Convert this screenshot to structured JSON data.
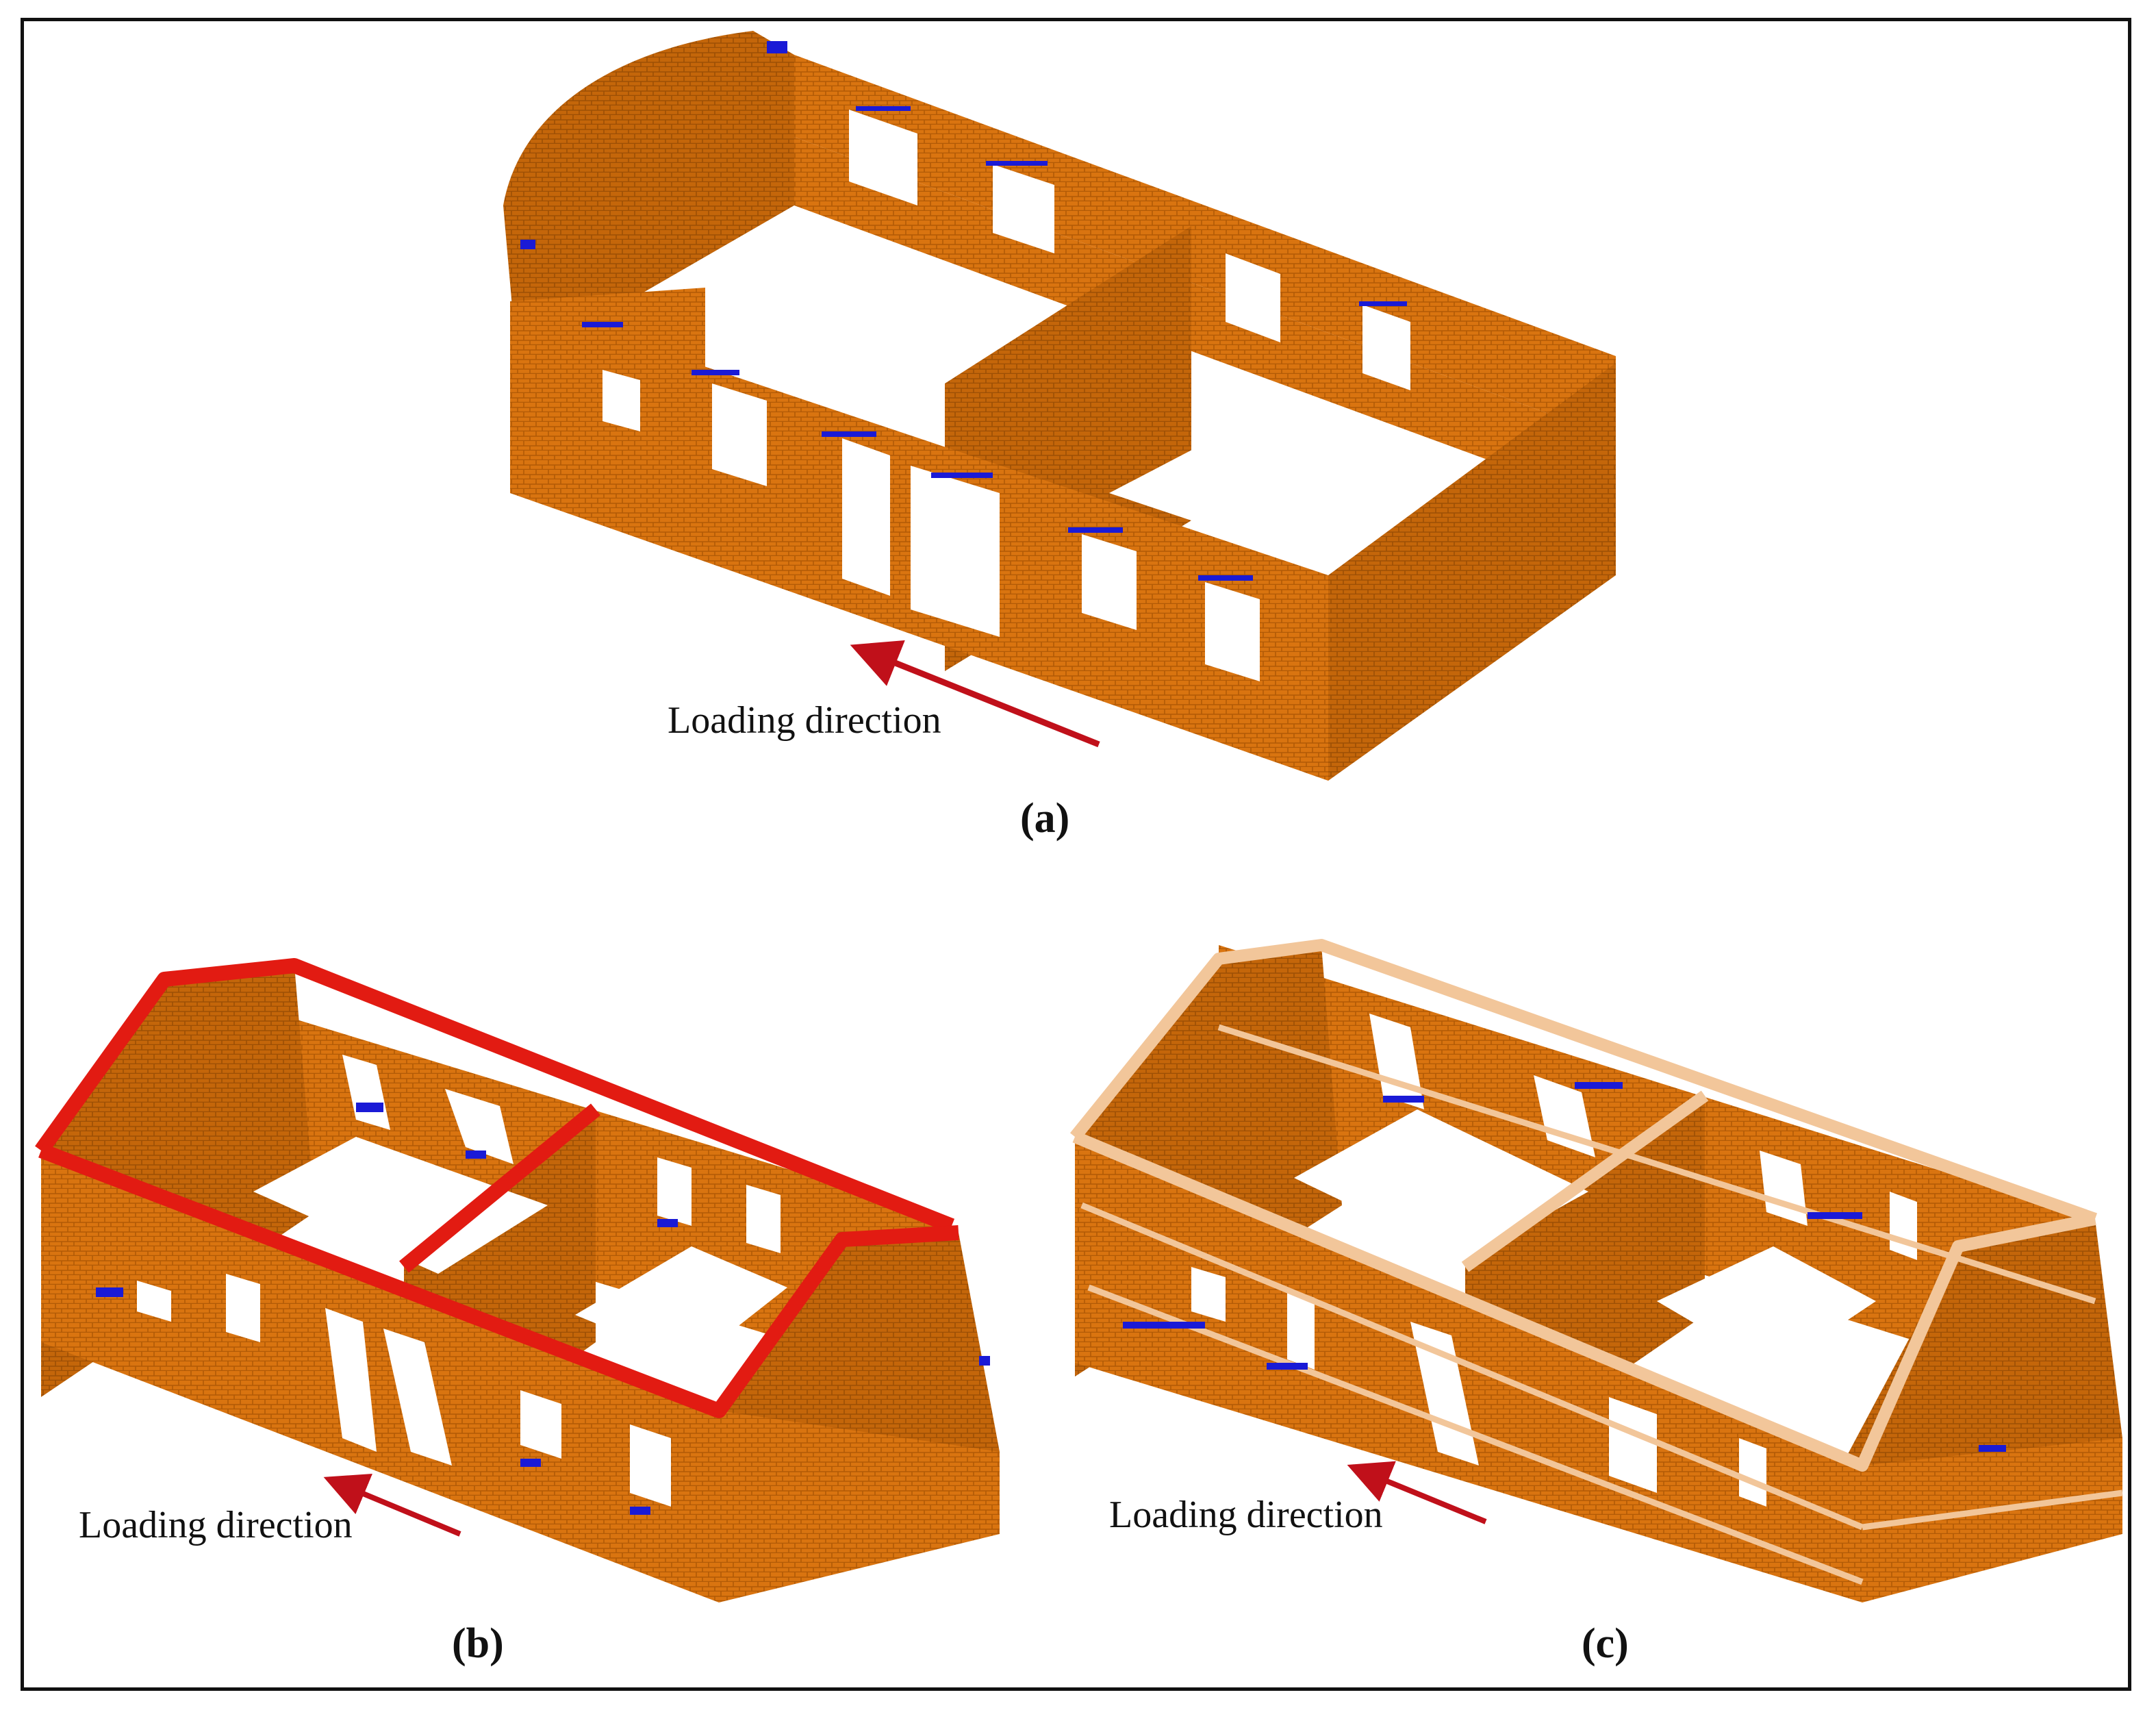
{
  "panels": [
    {
      "id": "a",
      "caption": "(a)",
      "loading_label": "Loading direction"
    },
    {
      "id": "b",
      "caption": "(b)",
      "loading_label": "Loading direction"
    },
    {
      "id": "c",
      "caption": "(c)",
      "loading_label": "Loading direction"
    }
  ],
  "colors": {
    "masonry": "#d97410",
    "masonry_dark": "#b85e08",
    "masonry_mid": "#c96a0c",
    "damage": "#1a1ad6",
    "ring_beam_b": "#e21b12",
    "timber_c": "#f2c69a",
    "arrow": "#c0101a",
    "border": "#111111"
  }
}
